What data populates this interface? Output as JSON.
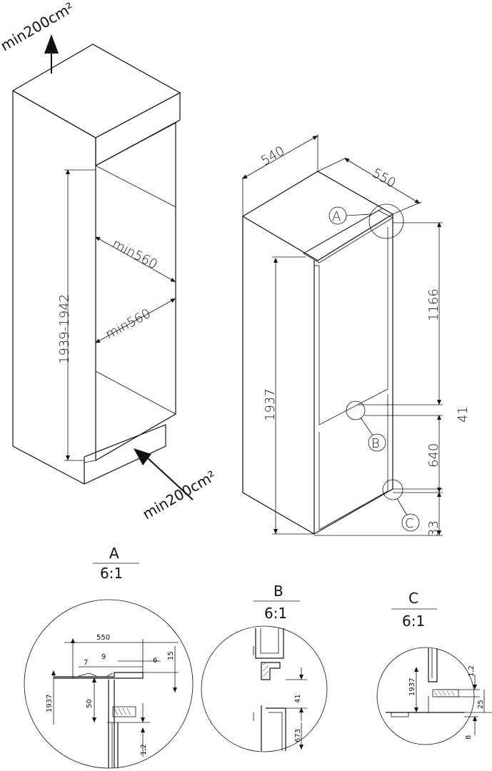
{
  "cabinet": {
    "vent_top": "min200cm²",
    "vent_bottom": "min200cm²",
    "height_range": "1939-1942",
    "depth_upper": "min560",
    "depth_lower": "min560"
  },
  "appliance": {
    "width": "540",
    "depth": "550",
    "height": "1937",
    "upper_door": "1166",
    "gap": "41",
    "lower_door": "640",
    "bottom": "33",
    "callout_a": "A",
    "callout_b": "B",
    "callout_c": "C"
  },
  "detail_a": {
    "label": "A",
    "scale": "6:1",
    "dims": {
      "d550": "550",
      "d7": "7",
      "d9": "9",
      "d6": "6",
      "d15": "15",
      "d1937": "1937",
      "d50": "50",
      "d12": "1,2"
    }
  },
  "detail_b": {
    "label": "B",
    "scale": "6:1",
    "dims": {
      "d41": "41",
      "d673": "673"
    }
  },
  "detail_c": {
    "label": "C",
    "scale": "6:1",
    "dims": {
      "d1937": "1937",
      "d12": "1,2",
      "d25": "25",
      "d8": "8"
    }
  }
}
